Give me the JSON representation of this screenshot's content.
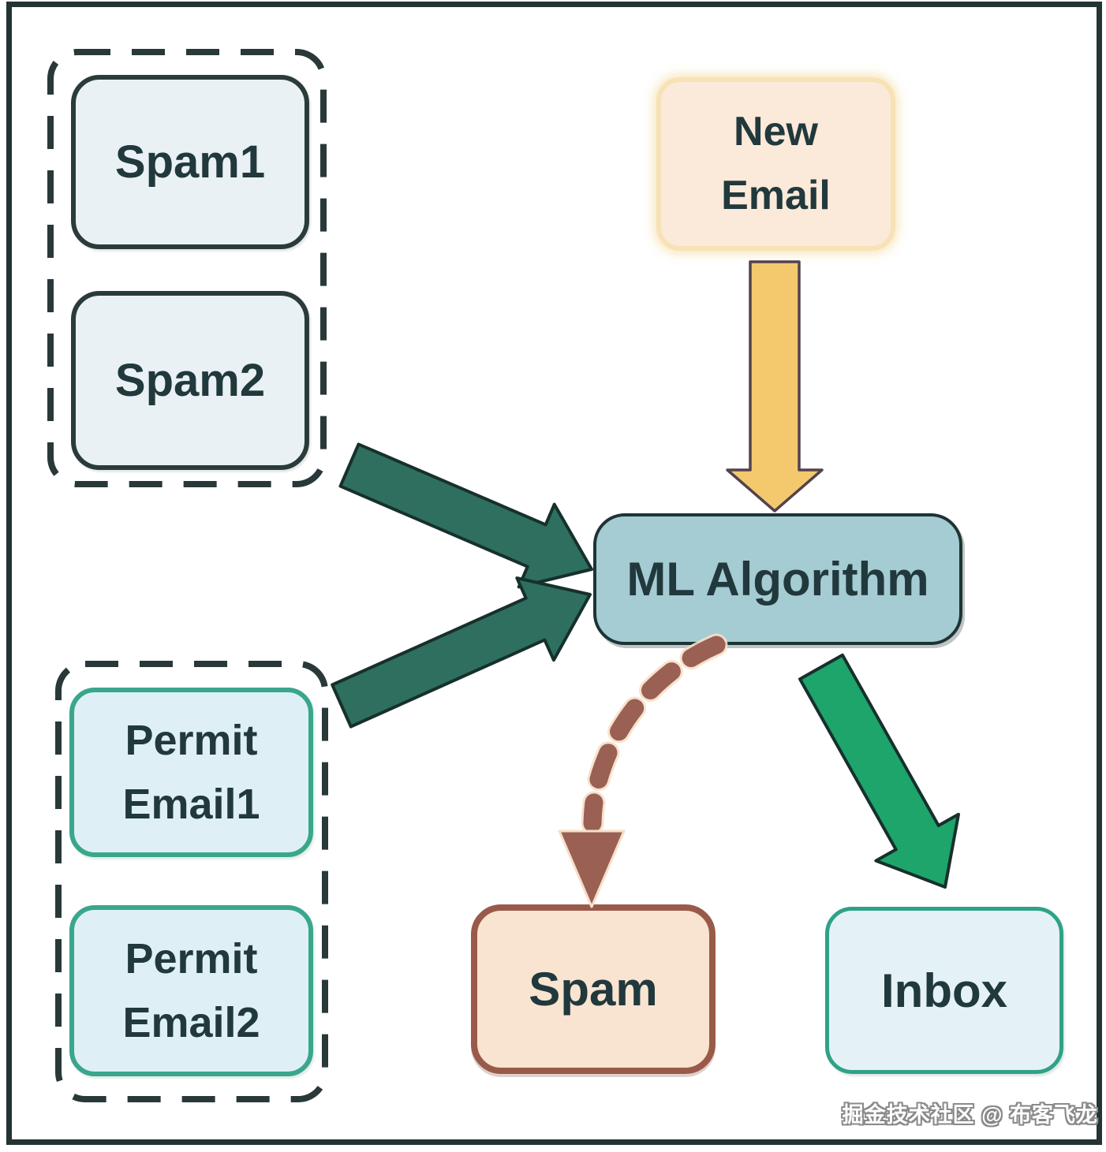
{
  "watermark": "掘金技术社区 @ 布客飞龙",
  "nodes": {
    "spam1": "Spam1",
    "spam2": "Spam2",
    "new_email": "New Email",
    "ml_algorithm": "ML Algorithm",
    "permit_email1": "Permit Email1",
    "permit_email2": "Permit Email2",
    "spam_out": "Spam",
    "inbox": "Inbox"
  },
  "colors": {
    "canvas_bg": "#ffffff",
    "frame_border": "#243334",
    "dashed_border": "#293839",
    "box_text": "#21393c",
    "spam_train_fill": "#e9f1f4",
    "spam_train_border": "#2b3b3c",
    "permit_fill": "#def0f6",
    "permit_border": "#3aa68c",
    "new_email_fill": "#fbe9da",
    "new_email_border": "#f7e2b6",
    "ml_fill": "#a5cbd3",
    "ml_border": "#1d3435",
    "spam_out_fill": "#f9e4d1",
    "spam_out_border": "#995a4a",
    "inbox_fill": "#e4f2f6",
    "inbox_border": "#2fa286",
    "arrow_dark_green": "#2e6f60",
    "arrow_bright_green": "#1da56c",
    "arrow_yellow": "#f4c96e",
    "arrow_brown": "#9a6054",
    "arrow_outline_dark": "#17302c",
    "arrow_yellow_outline": "#53434d",
    "watermark_color": "#ffffff",
    "watermark_outline": "#8a8a8a"
  }
}
